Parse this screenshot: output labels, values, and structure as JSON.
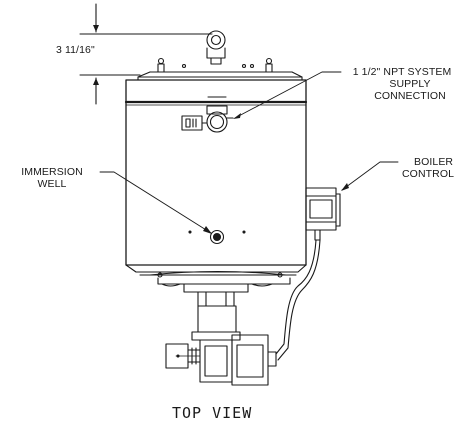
{
  "dimension": {
    "value": "3 11/16\""
  },
  "callouts": {
    "supply_connection": [
      "1 1/2\" NPT SYSTEM",
      "SUPPLY",
      "CONNECTION"
    ],
    "immersion_well": [
      "IMMERSION",
      "WELL"
    ],
    "boiler_control": [
      "BOILER",
      "CONTROL"
    ]
  },
  "view_title": "TOP VIEW"
}
